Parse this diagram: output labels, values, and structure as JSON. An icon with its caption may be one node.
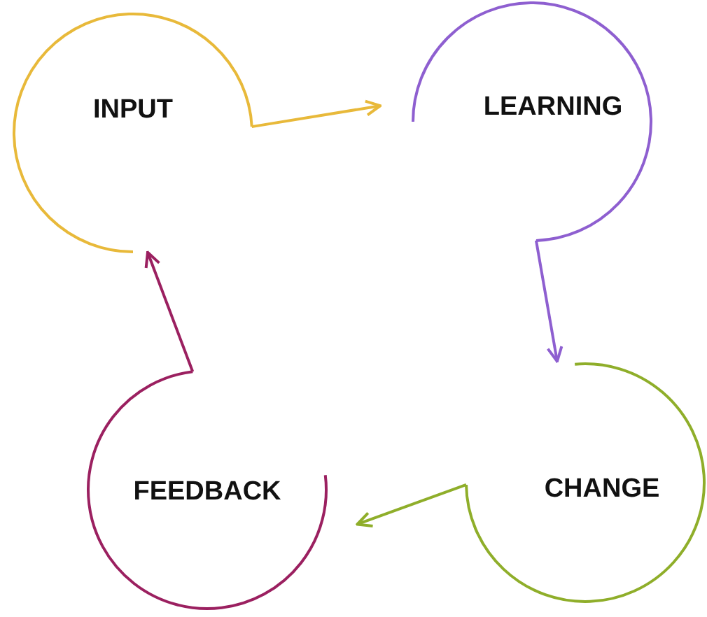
{
  "diagram": {
    "nodes": [
      {
        "text": [
          "INPUT"
        ]
      },
      {
        "text": [
          "LEARNING"
        ]
      },
      {
        "text": [
          "CHANGE"
        ]
      },
      {
        "text": [
          "FEEDBACK"
        ]
      }
    ],
    "edges": [
      {
        "from": 0,
        "to": 1,
        "arrow": "to",
        "color": "#e8b93a"
      },
      {
        "from": 1,
        "to": 2,
        "arrow": "to",
        "color": "#8e5fd0"
      },
      {
        "from": 2,
        "to": 3,
        "arrow": "to",
        "color": "#8fae2a"
      },
      {
        "from": 3,
        "to": 0,
        "arrow": "to",
        "color": "#9b2060"
      }
    ]
  }
}
